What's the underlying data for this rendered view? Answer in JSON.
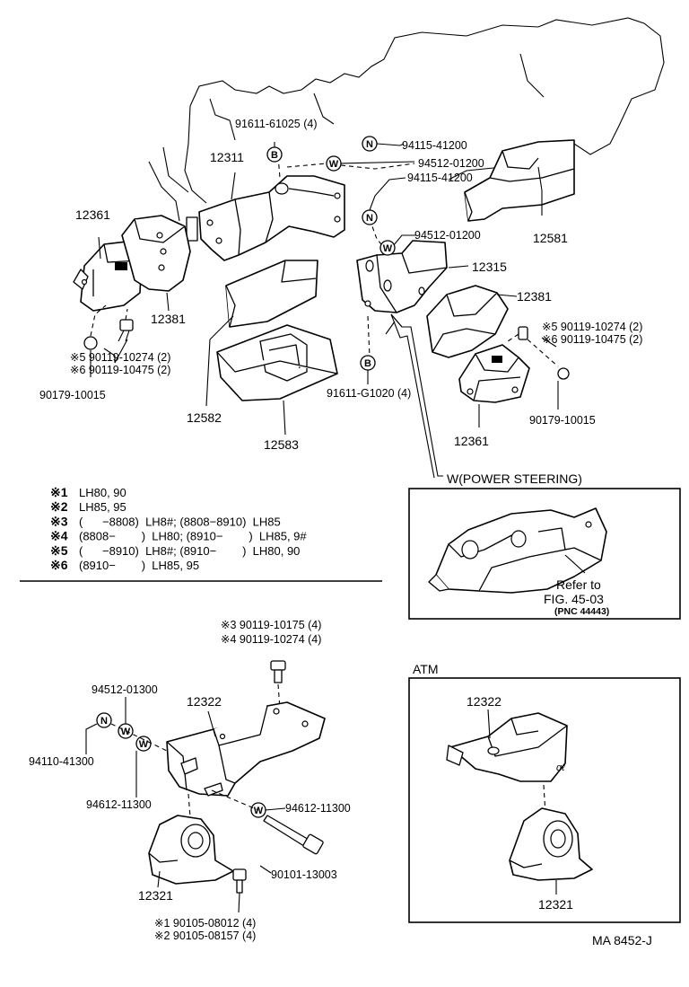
{
  "labels": {
    "p91611_61025": "91611-61025 (4)",
    "p94115_top": "94115-41200",
    "p94512_top": "94512-01200",
    "p94115_mid": "94115-41200",
    "p12311": "12311",
    "p12361_left": "12361",
    "p12381_left": "12381",
    "p12581": "12581",
    "p94512_mid": "94512-01200",
    "p12315": "12315",
    "p12381_right": "12381",
    "p5_right": "※5 90119-10274 (2)",
    "p6_right": "※6 90119-10475 (2)",
    "p5_left": "※5 90119-10274 (2)",
    "p6_left": "※6 90119-10475 (2)",
    "p90179_left": "90179-10015",
    "p90179_right": "90179-10015",
    "p91611_g1020": "91611-G1020 (4)",
    "p12582": "12582",
    "p12583": "12583",
    "p12361_right": "12361",
    "w_power_steering": "W(POWER   STEERING)",
    "refer_to": "Refer to",
    "fig_ref": "FIG. 45-03",
    "pnc_ref": "(PNC 44443)",
    "p3_bolt": "※3 90119-10175 (4)",
    "p4_bolt": "※4 90119-10274 (4)",
    "p94512_01300": "94512-01300",
    "p12322": "12322",
    "p94110_41300": "94110-41300",
    "p94612_left": "94612-11300",
    "p94612_right": "94612-11300",
    "p90101_13003": "90101-13003",
    "p12321": "12321",
    "p1_bolt": "※1 90105-08012 (4)",
    "p2_bolt": "※2 90105-08157 (4)",
    "atm": "ATM",
    "atm_12322": "12322",
    "atm_12321": "12321",
    "ma_code": "MA 8452-J"
  },
  "markers": {
    "N": "N",
    "W": "W",
    "B": "B"
  },
  "notes": [
    {
      "mark": "※1",
      "text": "LH80, 90"
    },
    {
      "mark": "※2",
      "text": "LH85, 95"
    },
    {
      "mark": "※3",
      "text": "(      −8808)  LH8#; (8808−8910)  LH85"
    },
    {
      "mark": "※4",
      "text": "(8808−        )  LH80; (8910−        )  LH85, 9#"
    },
    {
      "mark": "※5",
      "text": "(      −8910)  LH8#; (8910−        )  LH80, 90"
    },
    {
      "mark": "※6",
      "text": "(8910−        )  LH85, 95"
    }
  ]
}
